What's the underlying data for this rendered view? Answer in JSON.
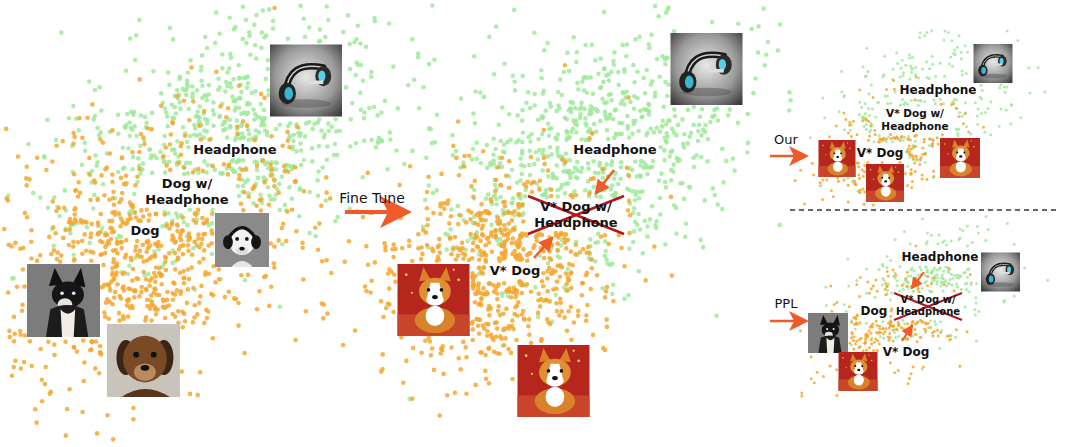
{
  "diagram": {
    "labels": [
      "Headphone",
      "Dog w/ Headphone",
      "Dog",
      "Fine Tune",
      "Headphone",
      "V* Dog w/ Headphone",
      "V* Dog",
      "Our",
      "Headphone",
      "V* Dog w/ Headphone",
      "V* Dog",
      "PPL",
      "Headphone",
      "Dog",
      "V* Dog w/ Headphone",
      "V* Dog"
    ]
  }
}
